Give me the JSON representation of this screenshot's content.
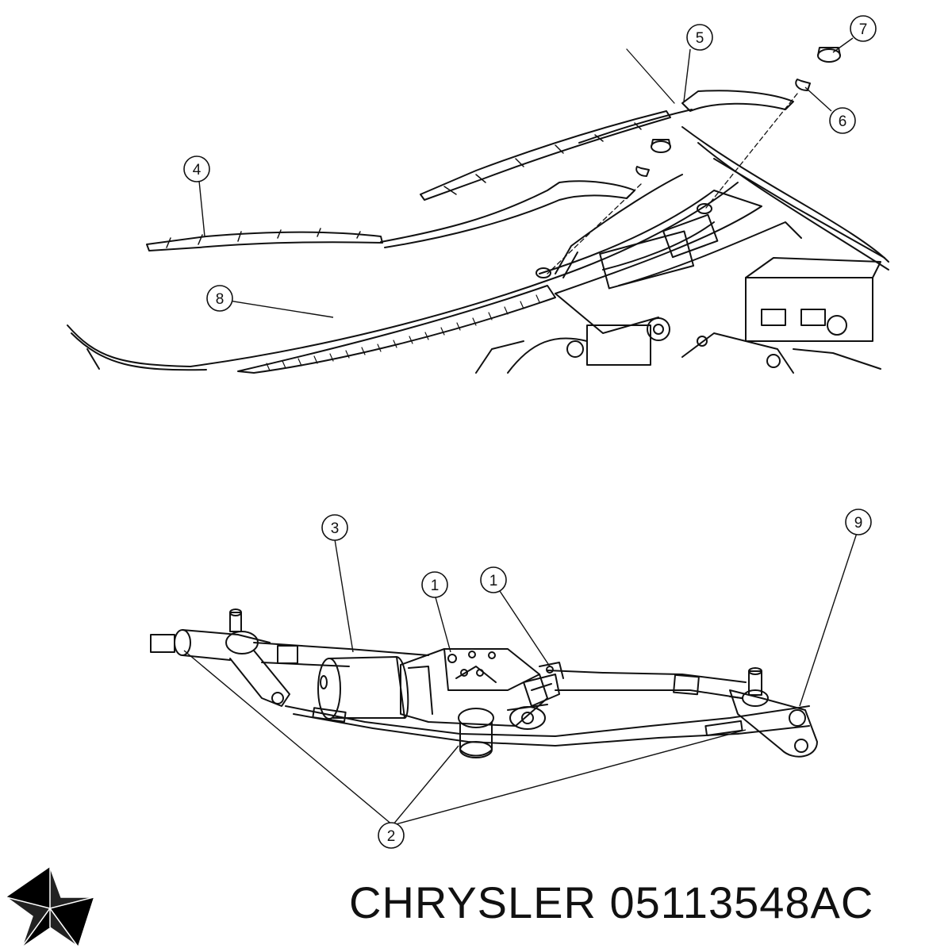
{
  "brand": {
    "name": "CHRYSLER",
    "part_number": "05113548AC",
    "logo_icon": "pentastar-icon"
  },
  "callouts": [
    "1",
    "1",
    "2",
    "3",
    "4",
    "5",
    "6",
    "7",
    "8",
    "9"
  ],
  "colors": {
    "ink": "#111111",
    "background": "#ffffff"
  }
}
